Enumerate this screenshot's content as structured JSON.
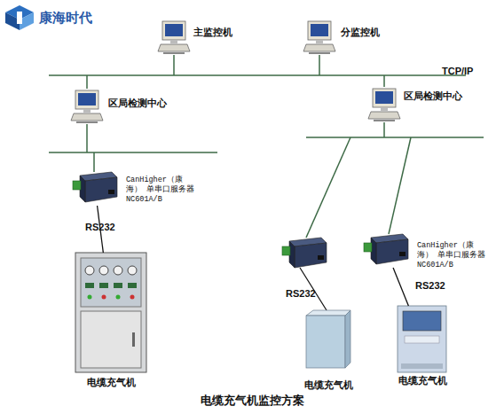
{
  "diagram": {
    "caption": "电缆充气机监控方案",
    "nodes": [
      {
        "text": [
          "主监控机"
        ]
      },
      {
        "text": [
          "分监控机"
        ]
      },
      {
        "text": [
          "区局检测中心"
        ]
      },
      {
        "text": [
          "区局检测中心"
        ]
      },
      {
        "text": [
          "CanHigher（康海） 单串口服务器 NC601A/B"
        ]
      },
      {
        "text": [
          "CanHigher（康海） 单串口服务器 NC601A/B"
        ]
      },
      {
        "text": [
          "电缆充气机"
        ]
      },
      {
        "text": [
          "电缆充气机"
        ]
      },
      {
        "text": [
          "电缆充气机"
        ]
      }
    ],
    "edges": [
      {
        "from": 4,
        "to": 6,
        "label": "RS232",
        "arrow": "none"
      },
      {
        "from": 5,
        "to": 8,
        "label": "RS232",
        "arrow": "none"
      }
    ],
    "labels": [
      "康海时代",
      "TCP/IP",
      "RS232"
    ]
  }
}
